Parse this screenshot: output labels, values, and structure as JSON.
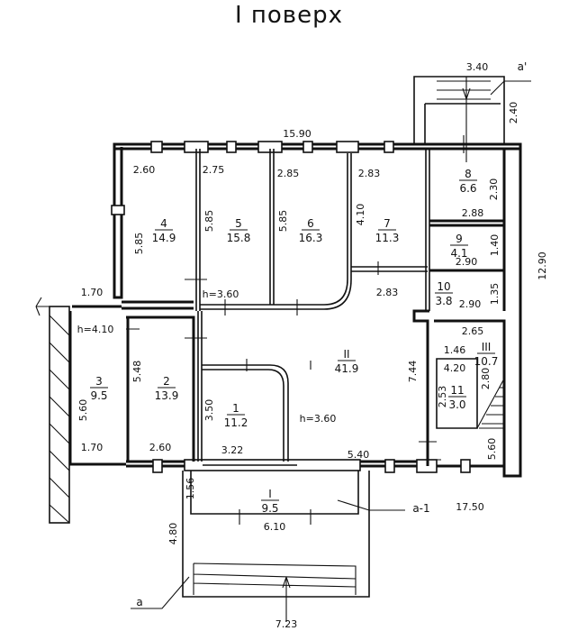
{
  "title": "I поверх",
  "rooms": [
    {
      "num": "1",
      "area": "11.2"
    },
    {
      "num": "2",
      "area": "13.9"
    },
    {
      "num": "3",
      "area": "9.5"
    },
    {
      "num": "4",
      "area": "14.9"
    },
    {
      "num": "5",
      "area": "15.8"
    },
    {
      "num": "6",
      "area": "16.3"
    },
    {
      "num": "7",
      "area": "11.3"
    },
    {
      "num": "8",
      "area": "6.6"
    },
    {
      "num": "9",
      "area": "4.1"
    },
    {
      "num": "10",
      "area": "3.8"
    },
    {
      "num": "11",
      "area": "3.0"
    },
    {
      "num": "II",
      "area": "41.9"
    },
    {
      "num": "III",
      "area": "10.7"
    },
    {
      "num": "I",
      "area": "9.5"
    }
  ],
  "dimensions": [
    "15.90",
    "2.60",
    "2.75",
    "2.85",
    "2.83",
    "5.85",
    "5.85",
    "5.85",
    "4.10",
    "2.83",
    "3.40",
    "2.40",
    "2.30",
    "2.88",
    "1.40",
    "2.90",
    "1.35",
    "2.90",
    "12.90",
    "2.65",
    "1.46",
    "4.20",
    "2.80",
    "2.53",
    "7.44",
    "5.60",
    "1.70",
    "5.48",
    "5.60",
    "1.70",
    "2.60",
    "3.50",
    "3.22",
    "5.40",
    "17.50",
    "1.56",
    "4.80",
    "6.10",
    "7.23"
  ],
  "heights": [
    "h=4.10",
    "h=3.60",
    "h=3.60"
  ],
  "sections": [
    "a",
    "a-1",
    "a'"
  ]
}
